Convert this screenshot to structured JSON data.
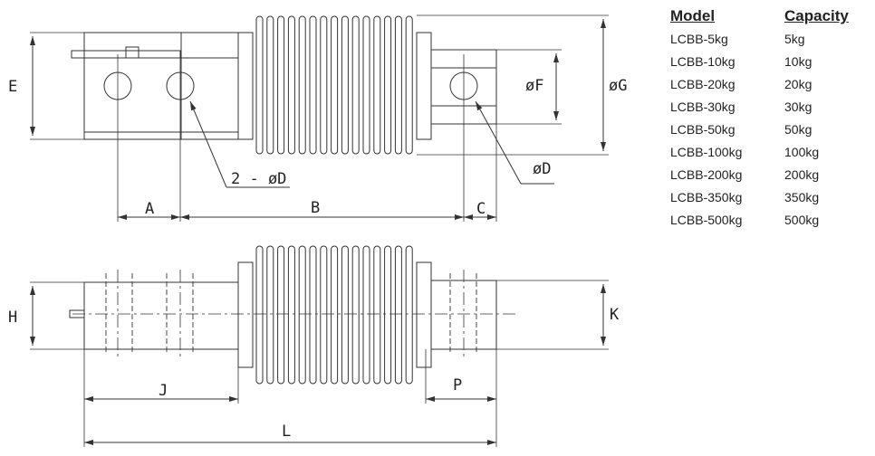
{
  "drawing": {
    "top_view": {
      "labels": {
        "E": "E",
        "hole_note": "2 - øD",
        "A": "A",
        "B": "B",
        "C": "C",
        "F": "øF",
        "G": "øG",
        "D": "øD"
      }
    },
    "side_view": {
      "labels": {
        "H": "H",
        "K": "K",
        "J": "J",
        "P": "P",
        "L": "L"
      }
    }
  },
  "spec_table": {
    "headers": {
      "model": "Model",
      "capacity": "Capacity"
    },
    "rows": [
      {
        "model": "LCBB-5kg",
        "capacity": "5kg"
      },
      {
        "model": "LCBB-10kg",
        "capacity": "10kg"
      },
      {
        "model": "LCBB-20kg",
        "capacity": "20kg"
      },
      {
        "model": "LCBB-30kg",
        "capacity": "30kg"
      },
      {
        "model": "LCBB-50kg",
        "capacity": "50kg"
      },
      {
        "model": "LCBB-100kg",
        "capacity": "100kg"
      },
      {
        "model": "LCBB-200kg",
        "capacity": "200kg"
      },
      {
        "model": "LCBB-350kg",
        "capacity": "350kg"
      },
      {
        "model": "LCBB-500kg",
        "capacity": "500kg"
      }
    ]
  }
}
